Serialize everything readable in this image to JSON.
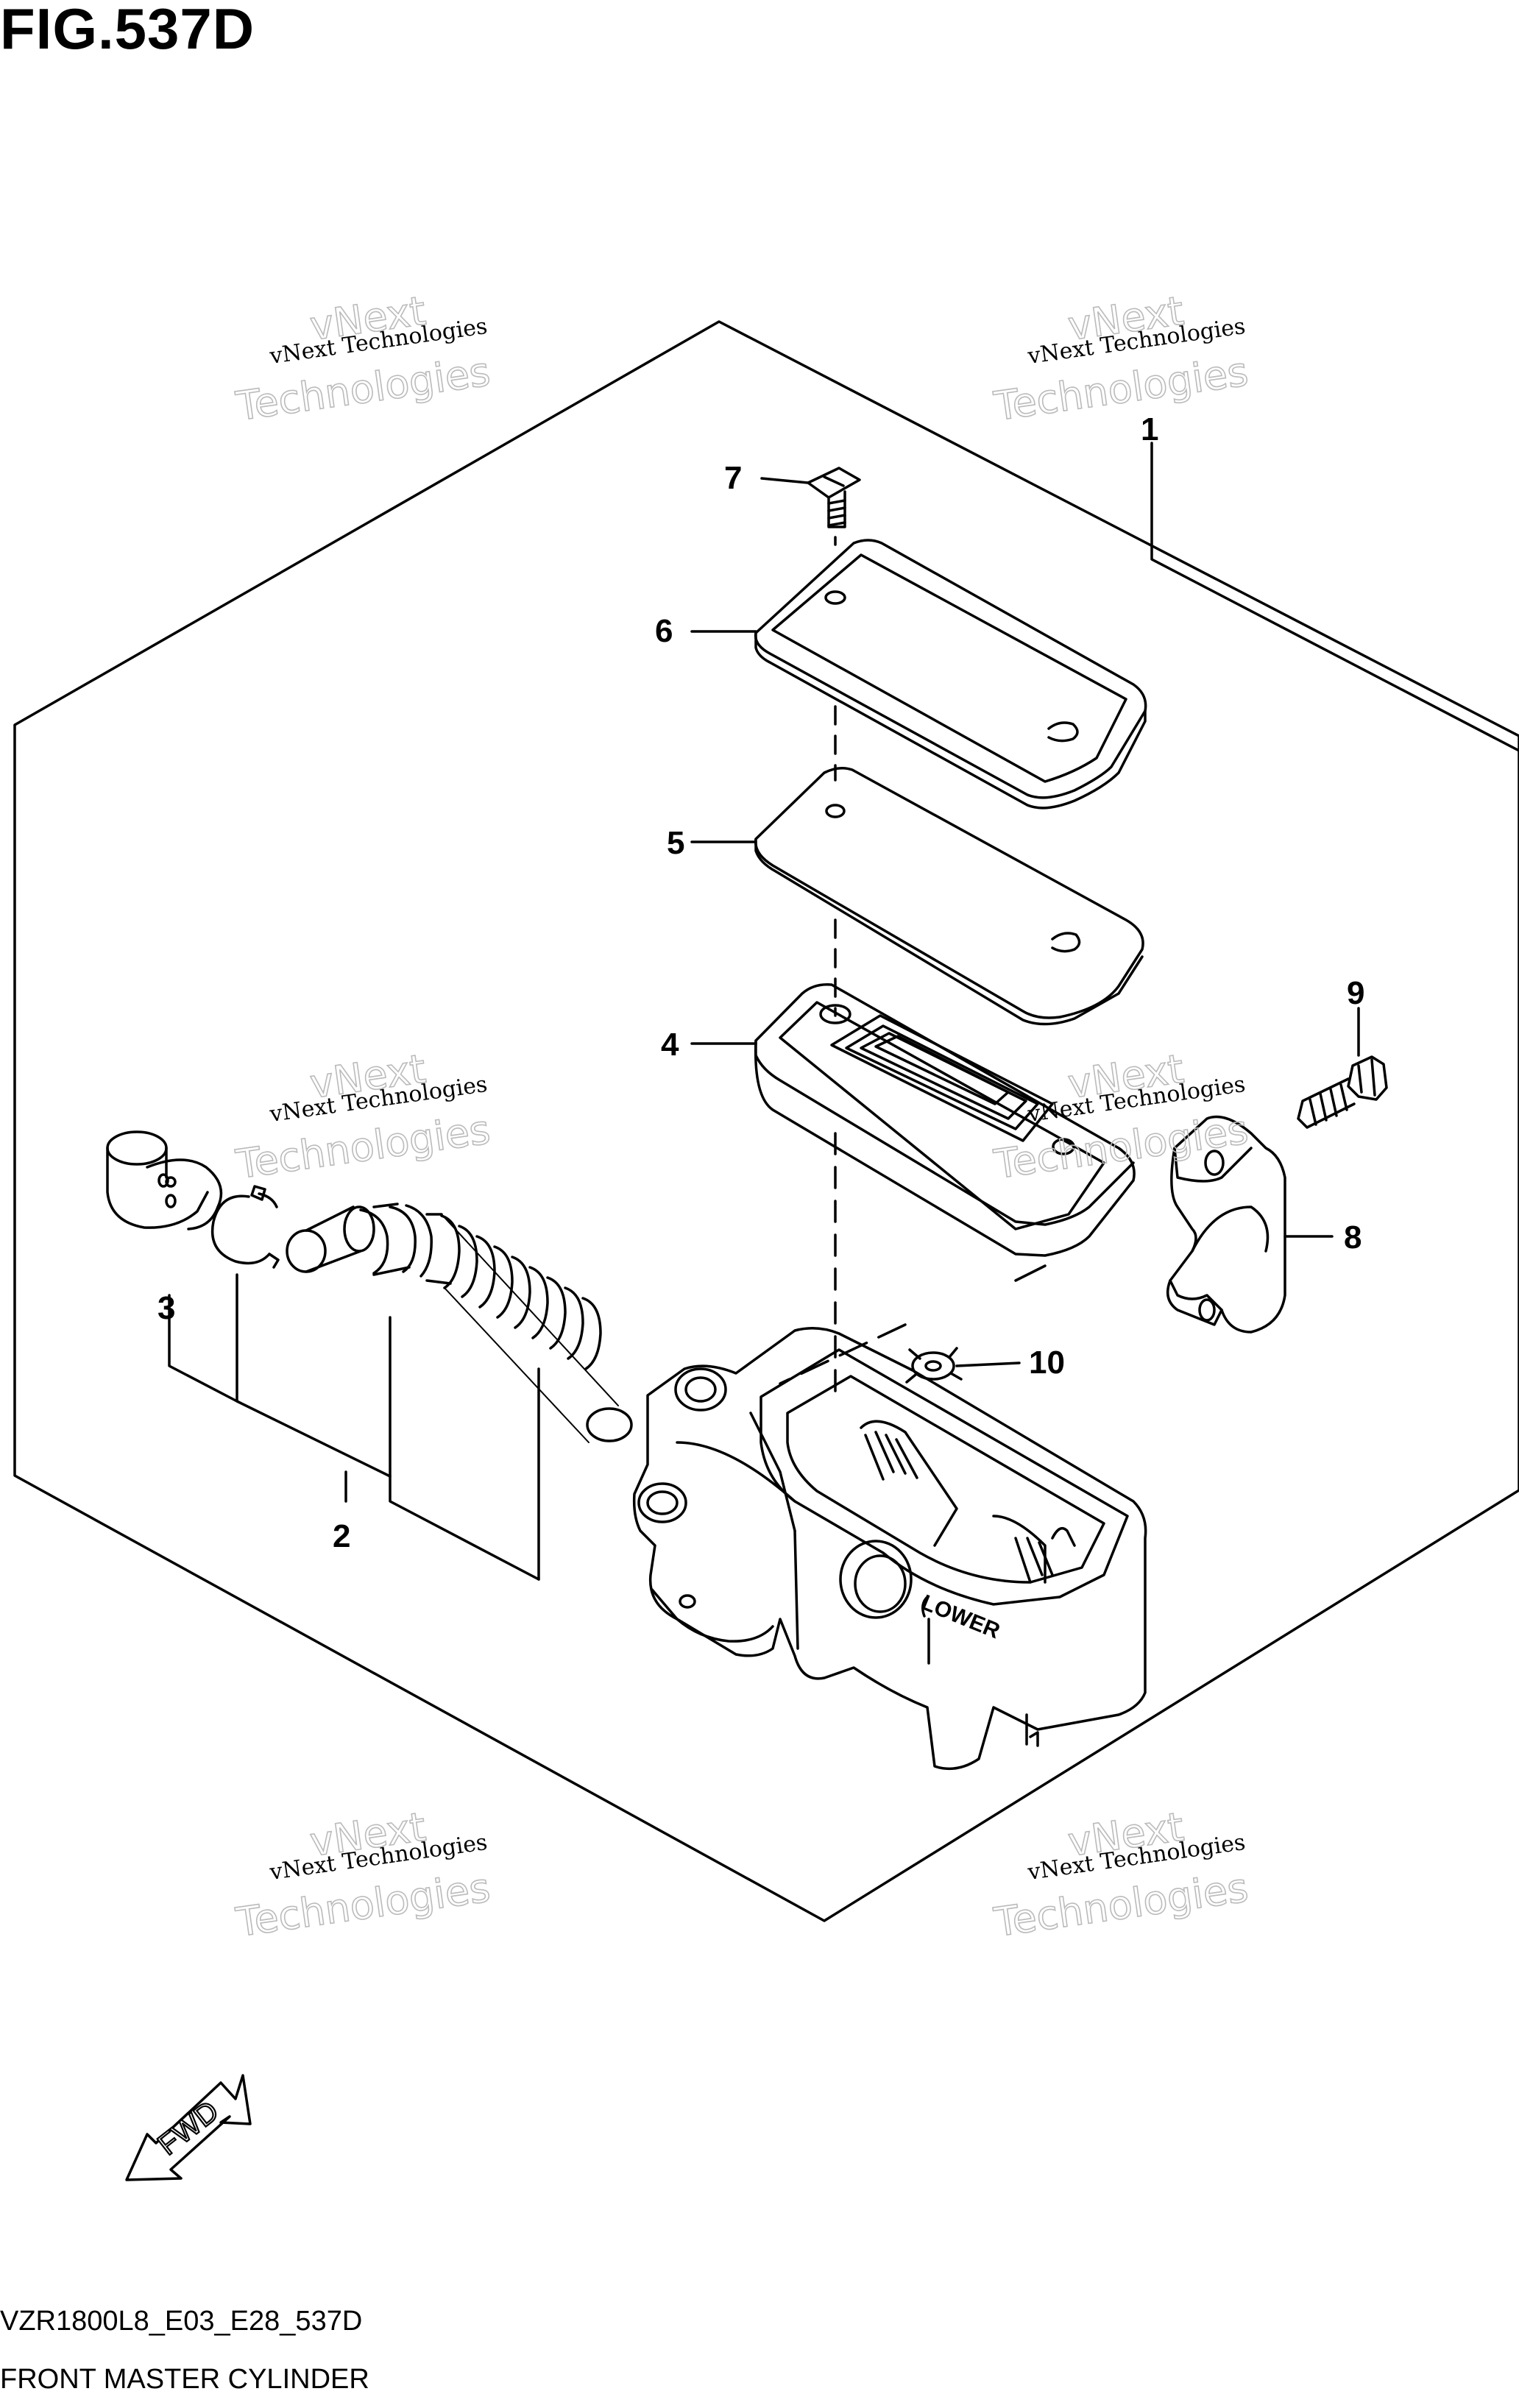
{
  "figure": {
    "title": "FIG.537D",
    "code": "VZR1800L8_E03_E28_537D",
    "name": "FRONT MASTER CYLINDER"
  },
  "callouts": [
    {
      "id": "1",
      "label": "1"
    },
    {
      "id": "2",
      "label": "2"
    },
    {
      "id": "3",
      "label": "3"
    },
    {
      "id": "4",
      "label": "4"
    },
    {
      "id": "5",
      "label": "5"
    },
    {
      "id": "6",
      "label": "6"
    },
    {
      "id": "7",
      "label": "7"
    },
    {
      "id": "8",
      "label": "8"
    },
    {
      "id": "9",
      "label": "9"
    },
    {
      "id": "10",
      "label": "10"
    }
  ],
  "watermark": {
    "line1": "vNext Technologies",
    "line2": "vNext",
    "line3": "Technologies"
  },
  "body_marking": "LOWER",
  "direction_indicator": "FWD",
  "colors": {
    "line": "#000000",
    "background": "#ffffff",
    "watermark_outline": "#bbbbbb"
  }
}
